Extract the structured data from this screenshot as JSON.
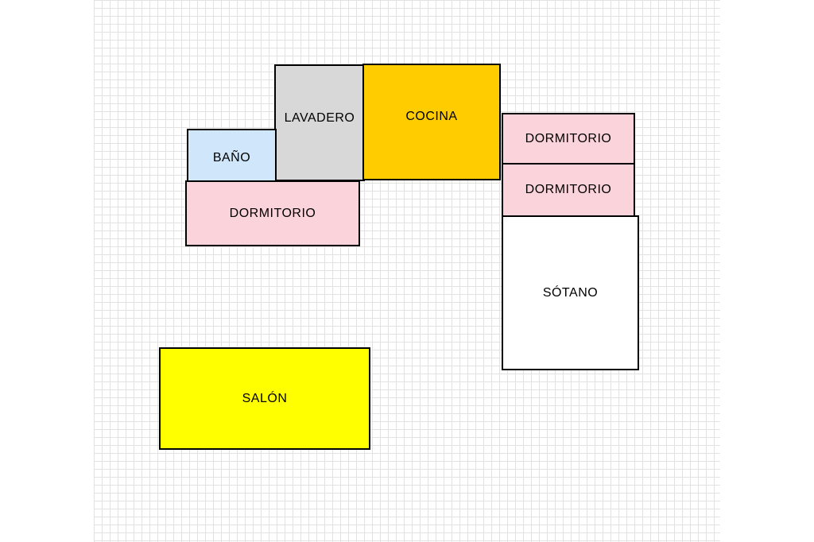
{
  "rooms": {
    "bano": {
      "label": "BAÑO",
      "color": "#cfe6fb"
    },
    "lavadero": {
      "label": "LAVADERO",
      "color": "#d8d8d8"
    },
    "cocina": {
      "label": "COCINA",
      "color": "#ffcc00"
    },
    "dormitorio_1": {
      "label": "DORMITORIO",
      "color": "#fbd3db"
    },
    "dormitorio_2": {
      "label": "DORMITORIO",
      "color": "#fbd3db"
    },
    "dormitorio_3": {
      "label": "DORMITORIO",
      "color": "#fbd3db"
    },
    "sotano": {
      "label": "SÓTANO",
      "color": "#ffffff"
    },
    "salon": {
      "label": "SALÓN",
      "color": "#ffff00"
    }
  }
}
